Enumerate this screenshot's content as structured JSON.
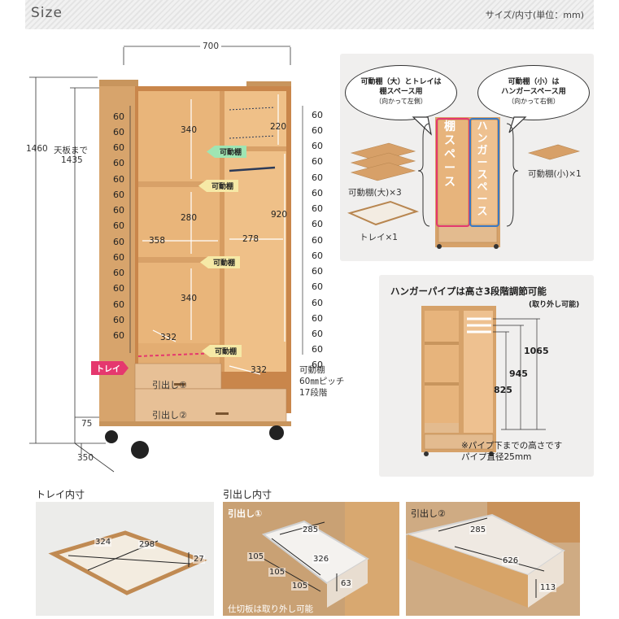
{
  "header": {
    "title": "Size",
    "unit_note": "サイズ/内寸(単位：mm)"
  },
  "main_diagram": {
    "width": "700",
    "height_total": "1460",
    "height_top_label": "天板まで",
    "height_top": "1435",
    "depth": "350",
    "caster_height": "75",
    "left_inner_heights": [
      "340",
      "280",
      "340"
    ],
    "left_inner_width": "358",
    "right_inner_width": "278",
    "right_top_height": "220",
    "right_hanger_height": "920",
    "diag_depth_1": "332",
    "diag_depth_2": "332",
    "pitch_left": [
      "60",
      "60",
      "60",
      "60",
      "60",
      "60",
      "60",
      "60",
      "60",
      "60",
      "60",
      "60",
      "60",
      "60",
      "60"
    ],
    "pitch_right": [
      "60",
      "60",
      "60",
      "60",
      "60",
      "60",
      "60",
      "60",
      "60",
      "60",
      "60",
      "60",
      "60",
      "60",
      "60",
      "60",
      "60"
    ],
    "pitch_note_1": "可動棚",
    "pitch_note_2": "60㎜ピッチ",
    "pitch_note_3": "17段階",
    "badge_movable": "可動棚",
    "badge_tray": "トレイ",
    "drawer_1": "引出し①",
    "drawer_2": "引出し②"
  },
  "parts_panel": {
    "bubble_left_line1": "可動棚（大）とトレイは",
    "bubble_left_line2": "棚スペース用",
    "bubble_left_line3": "（向かって左側）",
    "bubble_right_line1": "可動棚（小）は",
    "bubble_right_line2": "ハンガースペース用",
    "bubble_right_line3": "（向かって右側）",
    "shelf_space": "棚スペース",
    "hanger_space": "ハンガースペース",
    "large_shelf": "可動棚(大)×3",
    "tray": "トレイ×1",
    "small_shelf": "可動棚(小)×1"
  },
  "hanger_panel": {
    "title": "ハンガーパイプは高さ3段階調節可能",
    "subtitle": "(取り外し可能)",
    "heights": [
      "1065",
      "945",
      "825"
    ],
    "note_1": "※パイプ下までの高さです",
    "note_2": "パイプ直径25mm"
  },
  "tray_section": {
    "title": "トレイ内寸",
    "w": "324",
    "d": "298",
    "h": "27"
  },
  "drawer_section": {
    "title": "引出し内寸",
    "d1_label": "引出し①",
    "d1_w": "285",
    "d1_d": "326",
    "d1_h": "63",
    "d1_part_a": "105",
    "d1_part_b": "105",
    "d1_part_c": "105",
    "d1_note": "仕切板は取り外し可能",
    "d2_label": "引出し②",
    "d2_w": "285",
    "d2_d": "626",
    "d2_h": "113"
  },
  "colors": {
    "wood": "#d9a974",
    "wood_dark": "#b98550",
    "interior": "#e6b67f",
    "green": "#9fe5b3",
    "yellow": "#f6e9a6",
    "pink": "#e5386e",
    "blue": "#3a78c2"
  }
}
